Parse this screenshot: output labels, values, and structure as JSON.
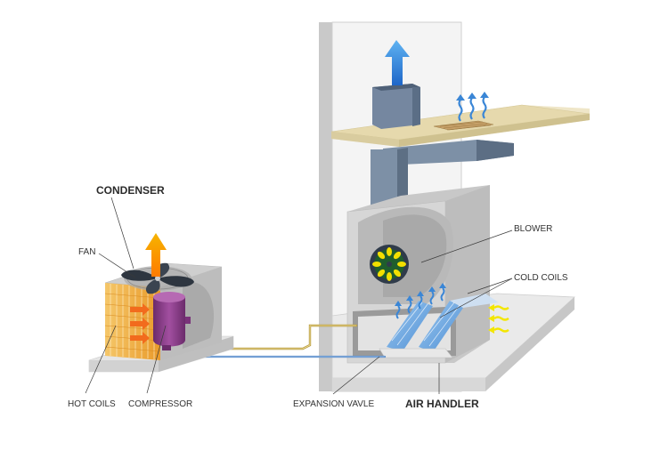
{
  "labels": {
    "condenser": "CONDENSER",
    "fan": "FAN",
    "hot_coils": "HOT COILS",
    "compressor": "COMPRESSOR",
    "blower": "BLOWER",
    "cold_coils": "COLD COILS",
    "expansion_valve": "EXPANSION VAVLE",
    "air_handler": "AIR HANDLER"
  },
  "colors": {
    "hot_air": "#f26b1d",
    "warm_air_out": "#f39c12",
    "cool_air": "#3a86d6",
    "return_air": "#f3e600",
    "refrigerant_line_hot": "#b89b3c",
    "refrigerant_line_cold": "#4a7fc1",
    "compressor": "#8e3f88",
    "coils_hot": "#f0a035",
    "coils_cold": "#6aa6dd",
    "duct": "#6c7f95"
  },
  "icons": [
    "fan-icon",
    "blower-wheel-icon",
    "arrow-up-icon",
    "wavy-arrow-icon"
  ]
}
